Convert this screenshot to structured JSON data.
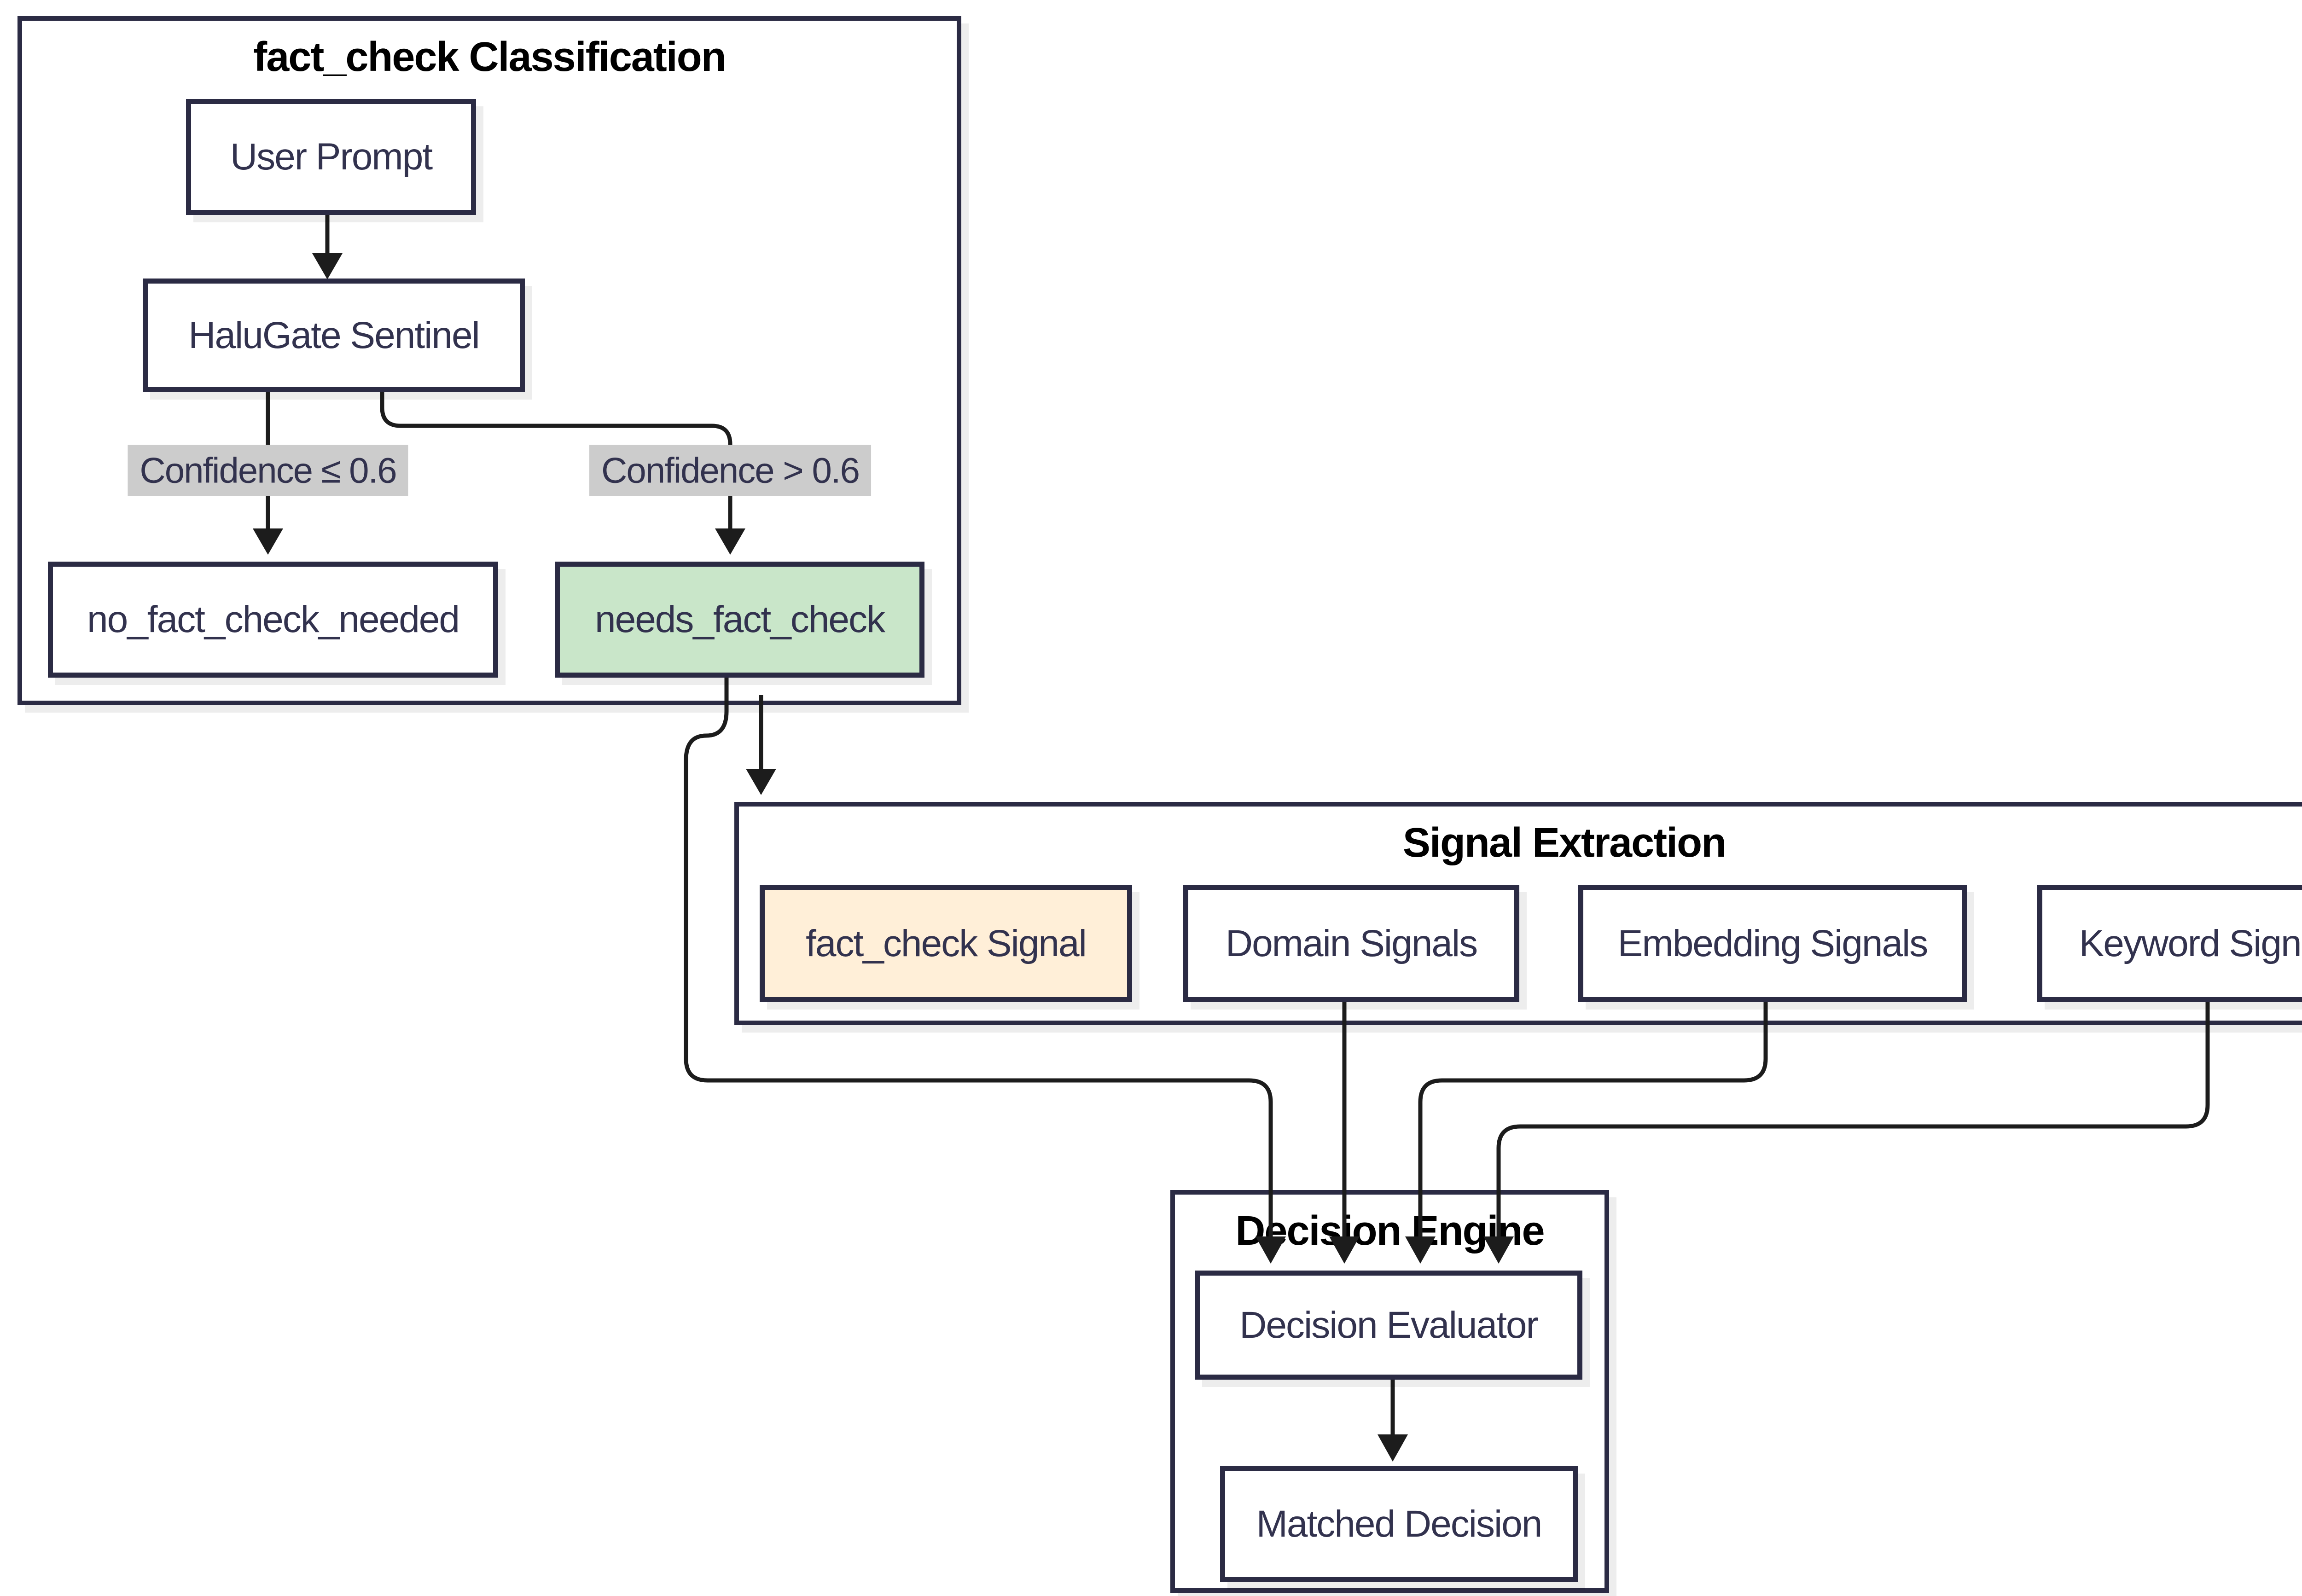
{
  "diagram": {
    "type": "flowchart",
    "background": "#ffffff",
    "subgraphs": [
      {
        "title": "fact_check Classification"
      },
      {
        "title": "Signal Extraction"
      },
      {
        "title": "Decision Engine"
      }
    ],
    "nodes": [
      {
        "label": "User Prompt",
        "fill": "#ffffff"
      },
      {
        "label": "HaluGate Sentinel",
        "fill": "#ffffff"
      },
      {
        "label": "no_fact_check_needed",
        "fill": "#ffffff"
      },
      {
        "label": "needs_fact_check",
        "fill": "#c9e6c9"
      },
      {
        "label": "fact_check Signal",
        "fill": "#ffefd8"
      },
      {
        "label": "Domain Signals",
        "fill": "#ffffff"
      },
      {
        "label": "Embedding Signals",
        "fill": "#ffffff"
      },
      {
        "label": "Keyword Signals",
        "fill": "#ffffff"
      },
      {
        "label": "Decision Evaluator",
        "fill": "#ffffff"
      },
      {
        "label": "Matched Decision",
        "fill": "#ffffff"
      }
    ],
    "edge_labels": [
      {
        "label": "Confidence ≤ 0.6"
      },
      {
        "label": "Confidence > 0.6"
      }
    ],
    "edges": [
      {
        "from": "User Prompt",
        "to": "HaluGate Sentinel",
        "label": ""
      },
      {
        "from": "HaluGate Sentinel",
        "to": "no_fact_check_needed",
        "label": "Confidence ≤ 0.6"
      },
      {
        "from": "HaluGate Sentinel",
        "to": "needs_fact_check",
        "label": "Confidence > 0.6"
      },
      {
        "from": "needs_fact_check",
        "to": "Signal Extraction",
        "label": ""
      },
      {
        "from": "needs_fact_check",
        "to": "Decision Evaluator",
        "label": ""
      },
      {
        "from": "Domain Signals",
        "to": "Decision Evaluator",
        "label": ""
      },
      {
        "from": "Embedding Signals",
        "to": "Decision Evaluator",
        "label": ""
      },
      {
        "from": "Keyword Signals",
        "to": "Decision Evaluator",
        "label": ""
      },
      {
        "from": "Decision Evaluator",
        "to": "Matched Decision",
        "label": ""
      }
    ],
    "colors": {
      "border": "#2b2b44",
      "node_text": "#32324e",
      "title_text": "#000000",
      "highlight_green": "#c9e6c9",
      "highlight_peach": "#ffefd8",
      "edge_label_bg": "#cccccc",
      "line": "#1c1c1c",
      "shadow": "#ededed"
    }
  }
}
